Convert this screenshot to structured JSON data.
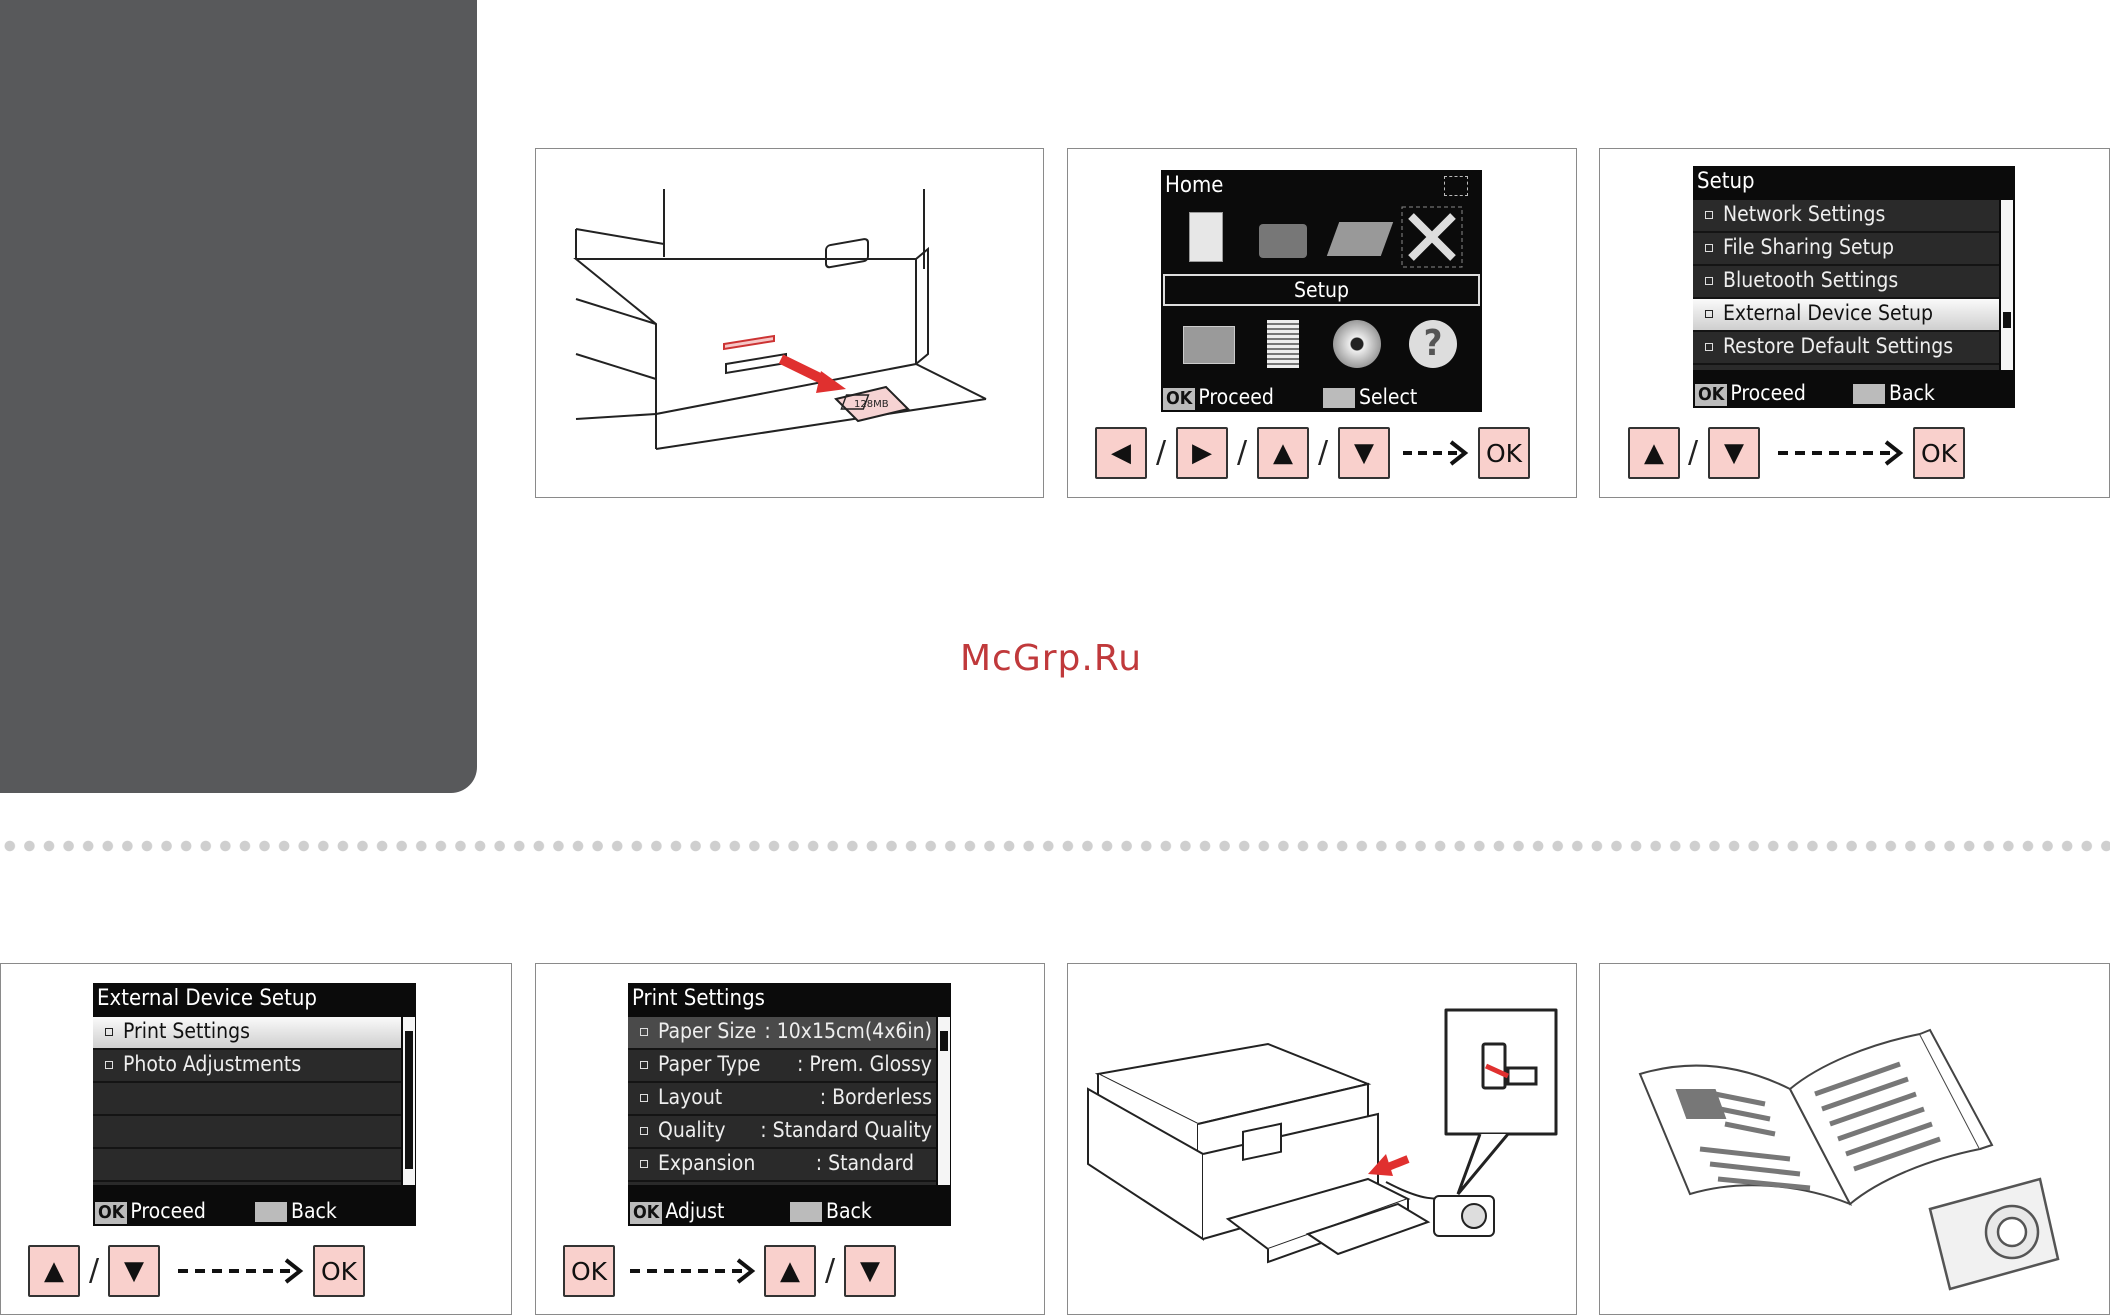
{
  "watermark": "McGrp.Ru",
  "home_screen": {
    "title": "Home",
    "highlight_label": "Setup",
    "footer_proceed": "Proceed",
    "footer_select": "Select",
    "ok_label": "OK"
  },
  "setup_screen": {
    "title": "Setup",
    "items": [
      "Network Settings",
      "File Sharing Setup",
      "Bluetooth Settings",
      "External Device Setup",
      "Restore Default Settings"
    ],
    "selected_index": 3,
    "footer_proceed": "Proceed",
    "footer_back": "Back",
    "ok_label": "OK"
  },
  "external_screen": {
    "title": "External Device Setup",
    "items": [
      "Print Settings",
      "Photo Adjustments"
    ],
    "selected_index": 0,
    "footer_proceed": "Proceed",
    "footer_back": "Back",
    "ok_label": "OK"
  },
  "print_settings_screen": {
    "title": "Print Settings",
    "rows": [
      {
        "label": "Paper Size",
        "value": ": 10x15cm(4x6in)"
      },
      {
        "label": "Paper Type",
        "value": ": Prem. Glossy"
      },
      {
        "label": "Layout",
        "value": ": Borderless"
      },
      {
        "label": "Quality",
        "value": ": Standard Quality"
      },
      {
        "label": "Expansion",
        "value": ": Standard"
      }
    ],
    "selected_index": 0,
    "footer_adjust": "Adjust",
    "footer_back": "Back",
    "ok_label": "OK"
  },
  "keys": {
    "ok": "OK",
    "left": "◀",
    "right": "▶",
    "up": "▲",
    "down": "▼",
    "slash": "/"
  },
  "colors": {
    "side_tab": "#58595b",
    "key_fill": "#f9d0cc",
    "watermark": "#c0393b",
    "arrow_red": "#e0302f"
  }
}
